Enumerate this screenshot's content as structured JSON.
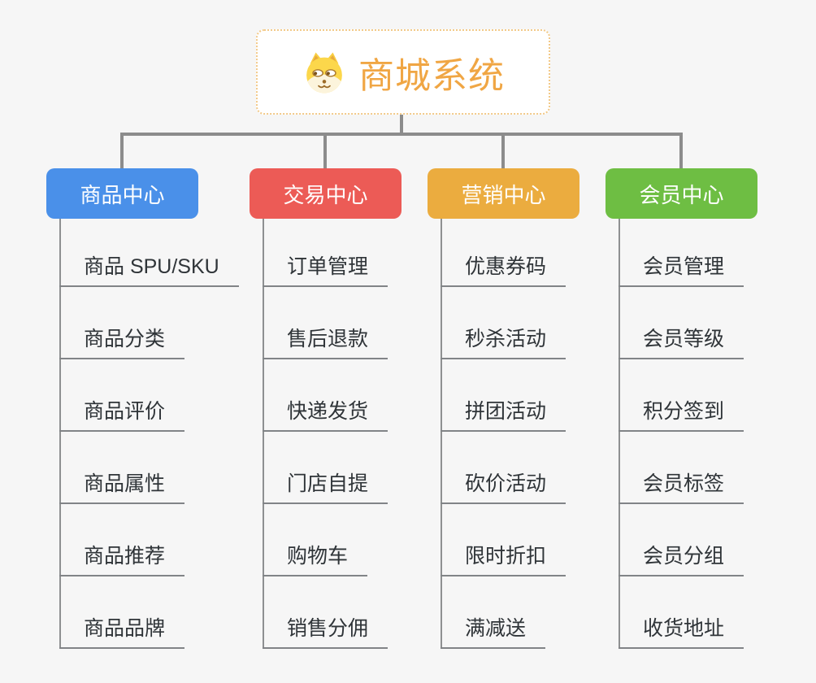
{
  "canvas": {
    "background": "#F6F6F6",
    "connector_color": "#8C8C8C"
  },
  "root": {
    "title": "商城系统",
    "icon": "shiba-dog-icon",
    "text_color": "#F0A644",
    "border_color": "#F2C988",
    "background": "#FFFFFF"
  },
  "branches": [
    {
      "label": "商品中心",
      "color": "#4A90E9",
      "items": [
        "商品 SPU/SKU",
        "商品分类",
        "商品评价",
        "商品属性",
        "商品推荐",
        "商品品牌"
      ]
    },
    {
      "label": "交易中心",
      "color": "#EC5B56",
      "items": [
        "订单管理",
        "售后退款",
        "快递发货",
        "门店自提",
        "购物车",
        "销售分佣"
      ]
    },
    {
      "label": "营销中心",
      "color": "#EBAC3F",
      "items": [
        "优惠券码",
        "秒杀活动",
        "拼团活动",
        "砍价活动",
        "限时折扣",
        "满减送"
      ]
    },
    {
      "label": "会员中心",
      "color": "#6EBE43",
      "items": [
        "会员管理",
        "会员等级",
        "积分签到",
        "会员标签",
        "会员分组",
        "收货地址"
      ]
    }
  ]
}
